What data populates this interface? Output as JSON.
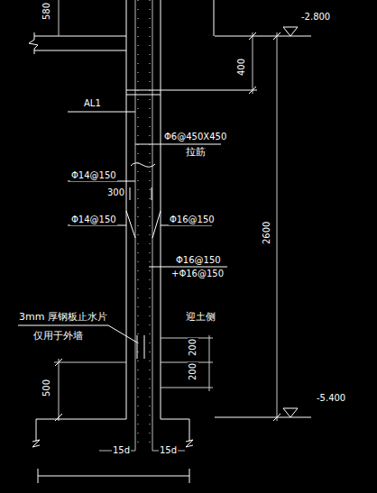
{
  "diagram": {
    "labels": [
      "580",
      "-2.800",
      "400",
      "AL1",
      "Φ6@450X450",
      "拉筋",
      "Φ14@150",
      "300",
      "Φ14@150",
      "Φ16@150",
      "Φ16@150",
      "+Φ16@150",
      "2600",
      "3mm 厚钢板止水片",
      "仅用于外墙",
      "迎土侧",
      "200",
      "200",
      "500",
      "-5.400",
      "15d",
      "15d"
    ]
  }
}
